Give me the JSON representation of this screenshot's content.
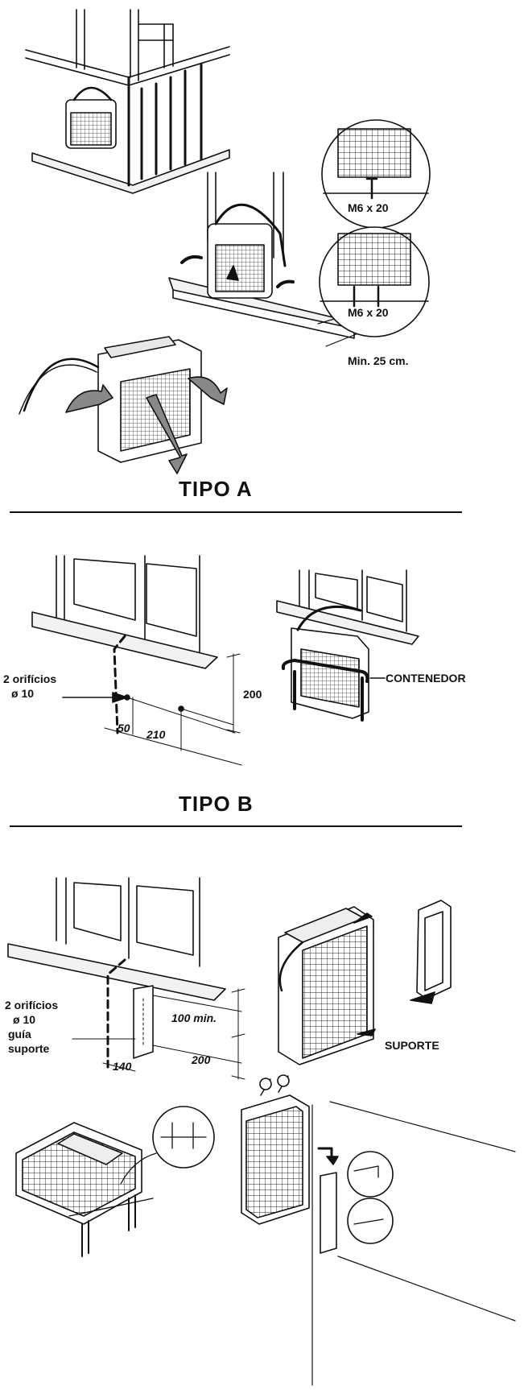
{
  "section_a": {
    "title": "TIPO A",
    "bolt_top": "M6 x 20",
    "bolt_bottom": "M6 x 20",
    "min_distance": "Min. 25 cm."
  },
  "section_b": {
    "title": "TIPO B",
    "holes_line1": "2 orifícios",
    "holes_line2": "ø 10",
    "dim_50": "50",
    "dim_210": "210",
    "dim_200": "200",
    "container": "CONTENEDOR"
  },
  "section_c": {
    "holes_line1": "2 orifícios",
    "holes_line2": "ø 10",
    "holes_line3": "guía",
    "holes_line4": "suporte",
    "dim_100": "100 min.",
    "dim_140": "140",
    "dim_200": "200",
    "support": "SUPORTE"
  }
}
